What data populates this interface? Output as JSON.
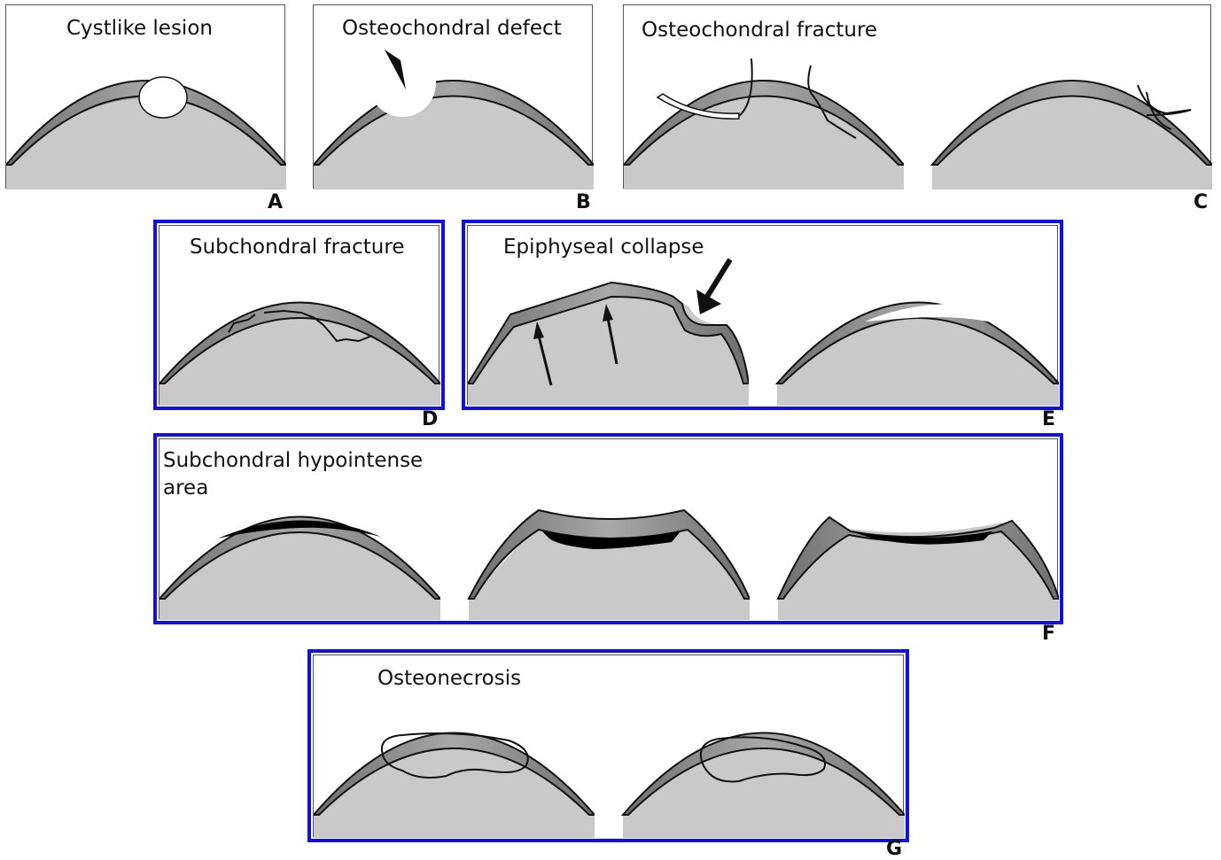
{
  "panels": {
    "a": {
      "title": "Cystlike lesion",
      "letter": "A"
    },
    "b": {
      "title": "Osteochondral defect",
      "letter": "B"
    },
    "c": {
      "title": "Osteochondral fracture",
      "letter": "C"
    },
    "d": {
      "title": "Subchondral fracture",
      "letter": "D"
    },
    "e": {
      "title": "Epiphyseal collapse",
      "letter": "E"
    },
    "f": {
      "title_line1": "Subchondral hypointense",
      "title_line2": "area",
      "letter": "F"
    },
    "g": {
      "title": "Osteonecrosis",
      "letter": "G"
    }
  },
  "colors": {
    "highlight_border": "#1010e6",
    "bone": "#c9c9c9",
    "cartilage": "#8f8f8f",
    "background": "#ffffff"
  }
}
